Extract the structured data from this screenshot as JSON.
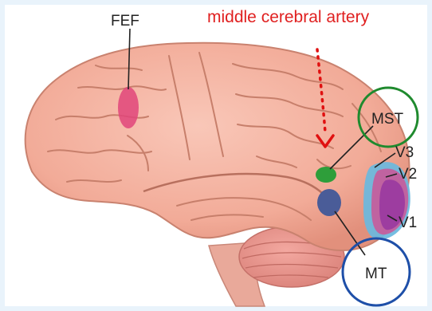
{
  "title": "middle cerebral artery",
  "colors": {
    "title": "#e02020",
    "artery_arrow": "#e01010",
    "fef": "#e0457a",
    "mst": "#2e9e3a",
    "mt": "#4a5c98",
    "v1": "#9a3aa0",
    "v2": "#c95a9a",
    "v3": "#6ab8de",
    "mst_circle": "#1f8a2e",
    "mt_circle": "#1e4fa8",
    "brain": "#f4b3a2",
    "background": "#e9f3fb"
  },
  "labels": {
    "fef": "FEF",
    "mst": "MST",
    "mt": "MT",
    "v1": "V1",
    "v2": "V2",
    "v3": "V3"
  }
}
